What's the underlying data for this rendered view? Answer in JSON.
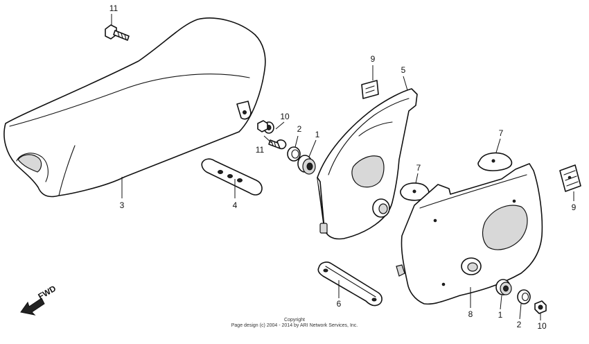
{
  "callouts": [
    {
      "id": "c11a",
      "text": "11"
    },
    {
      "id": "c3",
      "text": "3"
    },
    {
      "id": "c4",
      "text": "4"
    },
    {
      "id": "c10a",
      "text": "10"
    },
    {
      "id": "c11b",
      "text": "11"
    },
    {
      "id": "c2a",
      "text": "2"
    },
    {
      "id": "c1a",
      "text": "1"
    },
    {
      "id": "c9a",
      "text": "9"
    },
    {
      "id": "c5",
      "text": "5"
    },
    {
      "id": "c7a",
      "text": "7"
    },
    {
      "id": "c7b",
      "text": "7"
    },
    {
      "id": "c9b",
      "text": "9"
    },
    {
      "id": "c6",
      "text": "6"
    },
    {
      "id": "c8",
      "text": "8"
    },
    {
      "id": "c1b",
      "text": "1"
    },
    {
      "id": "c2b",
      "text": "2"
    },
    {
      "id": "c10b",
      "text": "10"
    }
  ],
  "fwd": {
    "label": "FWD"
  },
  "footer": {
    "line1": "Copyright",
    "line2": "Page design (c) 2004 - 2014 by ARI Network Services, Inc."
  },
  "colors": {
    "line": "#111111",
    "background": "#ffffff",
    "shade": "#d8d8d8"
  }
}
